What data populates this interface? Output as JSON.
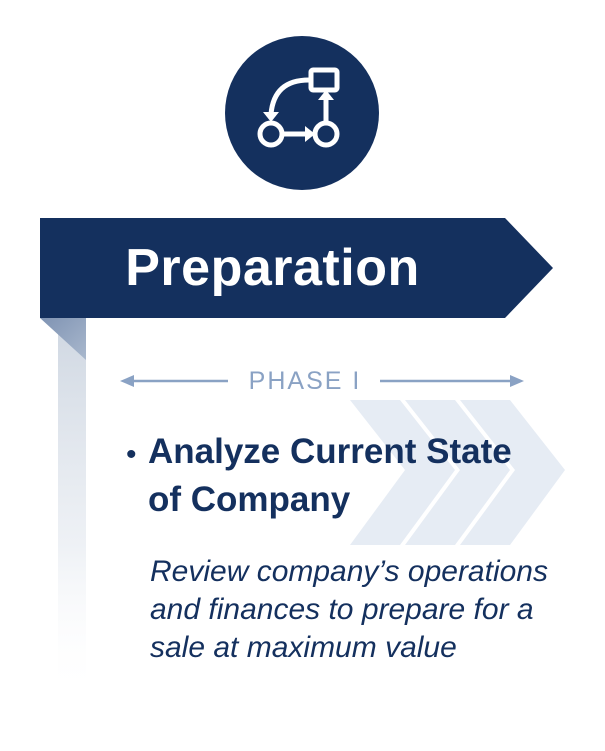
{
  "colors": {
    "navy": "#14305e",
    "accent_light": "#8aa2c4",
    "chevron_fill": "#e6ecf4",
    "background": "#ffffff"
  },
  "icon": {
    "name": "process-flow-icon"
  },
  "banner": {
    "title": "Preparation"
  },
  "phase": {
    "label": "PHASE I"
  },
  "bullet": {
    "heading": "Analyze Current State of Company"
  },
  "description": {
    "text": "Review company’s operations and finances to prepare for a sale at maximum value"
  }
}
